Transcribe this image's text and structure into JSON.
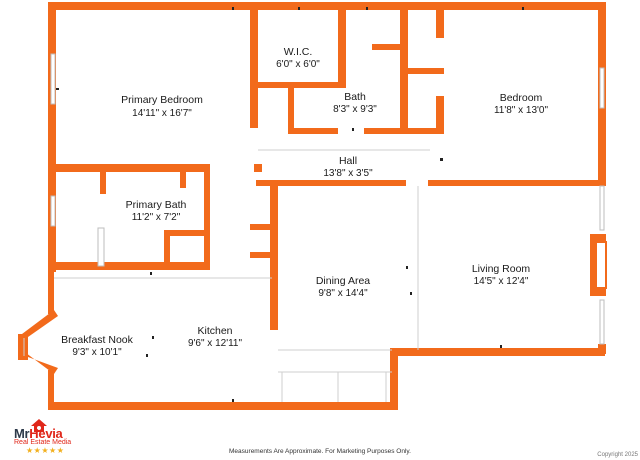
{
  "rooms": {
    "wic": {
      "name": "W.I.C.",
      "dims": "6'0\" x 6'0\""
    },
    "primary_bedroom": {
      "name": "Primary Bedroom",
      "dims": "14'11\" x 16'7\""
    },
    "bath": {
      "name": "Bath",
      "dims": "8'3\" x 9'3\""
    },
    "bedroom": {
      "name": "Bedroom",
      "dims": "11'8\" x 13'0\""
    },
    "hall": {
      "name": "Hall",
      "dims": "13'8\" x 3'5\""
    },
    "primary_bath": {
      "name": "Primary Bath",
      "dims": "11'2\" x 7'2\""
    },
    "dining": {
      "name": "Dining Area",
      "dims": "9'8\" x 14'4\""
    },
    "living": {
      "name": "Living Room",
      "dims": "14'5\" x 12'4\""
    },
    "nook": {
      "name": "Breakfast Nook",
      "dims": "9'3\" x 10'1\""
    },
    "kitchen": {
      "name": "Kitchen",
      "dims": "9'6\" x 12'11\""
    }
  },
  "footer": {
    "note": "Measurements Are Approximate. For Marketing Purposes Only.",
    "copyright": "Copyright 2025"
  },
  "logo": {
    "brand_part1": "Mr",
    "brand_part2": "Hevia",
    "subtitle": "Real Estate Media",
    "stars": "★★★★★"
  },
  "colors": {
    "wall": "#f26a1b",
    "logo_red": "#e0271a",
    "logo_dark": "#2d3a4a",
    "star": "#f2b01e"
  }
}
